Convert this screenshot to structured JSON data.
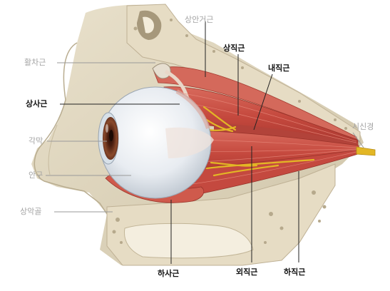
{
  "labels": {
    "levator": "상안거근",
    "trochlea": "활차근",
    "superior_oblique": "상사근",
    "superior_rectus": "상직근",
    "medial_rectus": "내직근",
    "cornea": "각막",
    "eyeball": "안구",
    "optic_nerve": "시신경",
    "maxilla": "상악골",
    "inferior_oblique": "하사근",
    "lateral_rectus": "외직근",
    "inferior_rectus": "하직근"
  },
  "colors": {
    "bone": "#ddd3bd",
    "muscle": "#c9574a",
    "nerve": "#e3b725",
    "sclera": "#eef0f3",
    "iris": "#7a3a25",
    "leader_gray": "#9a9a9a",
    "leader_dark": "#222222"
  }
}
